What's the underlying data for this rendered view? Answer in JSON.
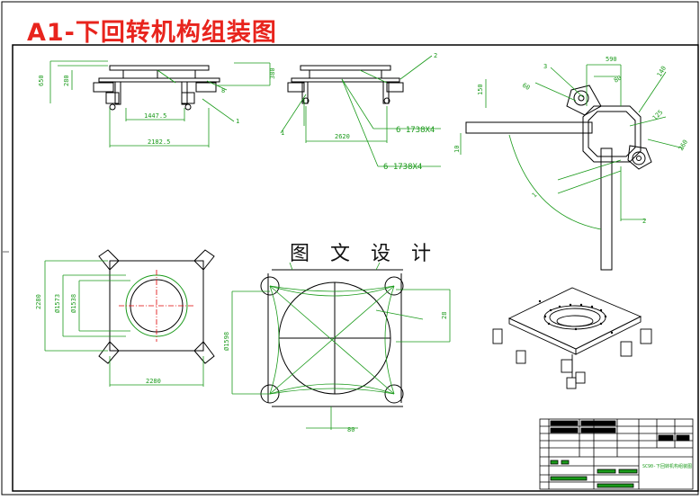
{
  "title": "A1-下回转机构组装图",
  "watermark": "图 文 设 计",
  "colors": {
    "title": "#e8241d",
    "green": "#1a9a1a",
    "frame": "#000000",
    "center": "#e00000"
  },
  "front_view": {
    "dims": {
      "dim_380": "380",
      "dim_280": "280",
      "dim_650": "650",
      "dim_8": "8",
      "dim_1": "1",
      "dim_1447": "1447.5",
      "dim_2182": "2182.5"
    }
  },
  "side_view": {
    "dims": {
      "dim_2": "2",
      "dim_1": "1",
      "dim_2620": "2620"
    },
    "welds": [
      "6 1738X4",
      "6 1738X4"
    ]
  },
  "detail_view": {
    "dims": {
      "d590": "590",
      "d80": "80",
      "d60": "60",
      "d150": "150",
      "d140": "140",
      "d260": "260",
      "d125": "125",
      "d3": "3",
      "d2": "2",
      "d10": "10",
      "d1": "1"
    }
  },
  "plan_view": {
    "dims": {
      "d2280": "2280",
      "d1573": "Ø1573",
      "d1538": "Ø1538",
      "d2280b": "2280"
    }
  },
  "outline_view": {
    "dims": {
      "d1598": "Ø1598",
      "d28": "28",
      "d80": "80"
    }
  },
  "title_block": {
    "drawing_name": "SC90-下回转机构组装图"
  }
}
